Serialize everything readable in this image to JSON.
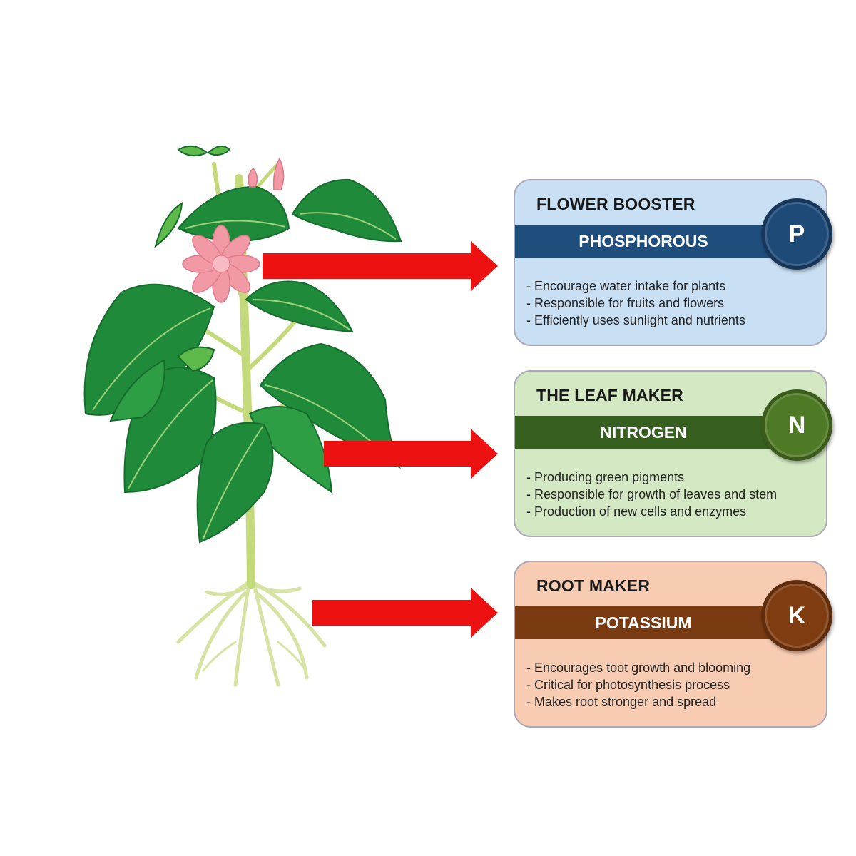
{
  "colors": {
    "arrow": "#ee1111",
    "stem": "#c5dc7a",
    "leaf": "#1f8a3a",
    "leaf_light": "#5dba4a",
    "flower": "#f19aa6",
    "root": "#d8e6a0"
  },
  "cards": [
    {
      "id": "phosphorous",
      "title": "FLOWER BOOSTER",
      "nutrient": "PHOSPHOROUS",
      "symbol": "P",
      "bg": "#c9dff4",
      "band": "#1f4e7d",
      "badge": "#1e4a78",
      "points": [
        "Encourage water intake for plants",
        "Responsible for fruits and flowers",
        "Efficiently uses sunlight and nutrients"
      ]
    },
    {
      "id": "nitrogen",
      "title": "THE LEAF MAKER",
      "nutrient": "NITROGEN",
      "symbol": "N",
      "bg": "#d4e8c4",
      "band": "#365f20",
      "badge": "#4f7a25",
      "points": [
        "Producing green pigments",
        "Responsible for growth of leaves and stem",
        "Production of new cells and enzymes"
      ]
    },
    {
      "id": "potassium",
      "title": "ROOT MAKER",
      "nutrient": "POTASSIUM",
      "symbol": "K",
      "bg": "#f7ccb2",
      "band": "#7b3b12",
      "badge": "#7f3c10",
      "points": [
        "Encourages toot growth and blooming",
        "Critical for photosynthesis  process",
        "Makes root stronger and spread"
      ]
    }
  ]
}
